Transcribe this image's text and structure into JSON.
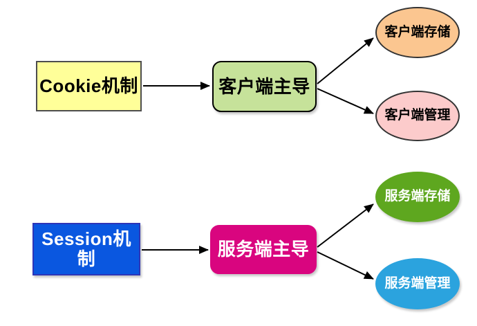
{
  "diagram": {
    "arrow_color": "#000000",
    "flows": [
      {
        "id": "cookie-flow",
        "source": {
          "label": "Cookie机制",
          "shape": "rectangle",
          "fill": "#FFFF99",
          "border_color": "#4D4D4D",
          "text_color": "#000000"
        },
        "middle": {
          "label": "客户端主导",
          "shape": "rounded-rectangle",
          "fill": "#C6E29A",
          "border_color": "#000000",
          "text_color": "#000000"
        },
        "targets": [
          {
            "label": "客户端存储",
            "shape": "ellipse",
            "fill": "#FBC690",
            "border_color": "#333333",
            "text_color": "#000000"
          },
          {
            "label": "客户端管理",
            "shape": "ellipse",
            "fill": "#FCCBCB",
            "border_color": "#333333",
            "text_color": "#000000"
          }
        ]
      },
      {
        "id": "session-flow",
        "source": {
          "label": "Session机制",
          "shape": "rectangle",
          "fill": "#0A57E0",
          "border_color": "#2D35B8",
          "text_color": "#FFFFFF"
        },
        "middle": {
          "label": "服务端主导",
          "shape": "rounded-rectangle",
          "fill": "#D9057F",
          "border_color": "#D9057F",
          "text_color": "#FFFFFF"
        },
        "targets": [
          {
            "label": "服务端存储",
            "shape": "ellipse",
            "fill": "#5EA71F",
            "border_color": "#5EA71F",
            "text_color": "#FFFFFF"
          },
          {
            "label": "服务端管理",
            "shape": "ellipse",
            "fill": "#2BA3DE",
            "border_color": "#2BA3DE",
            "text_color": "#FFFFFF"
          }
        ]
      }
    ]
  }
}
